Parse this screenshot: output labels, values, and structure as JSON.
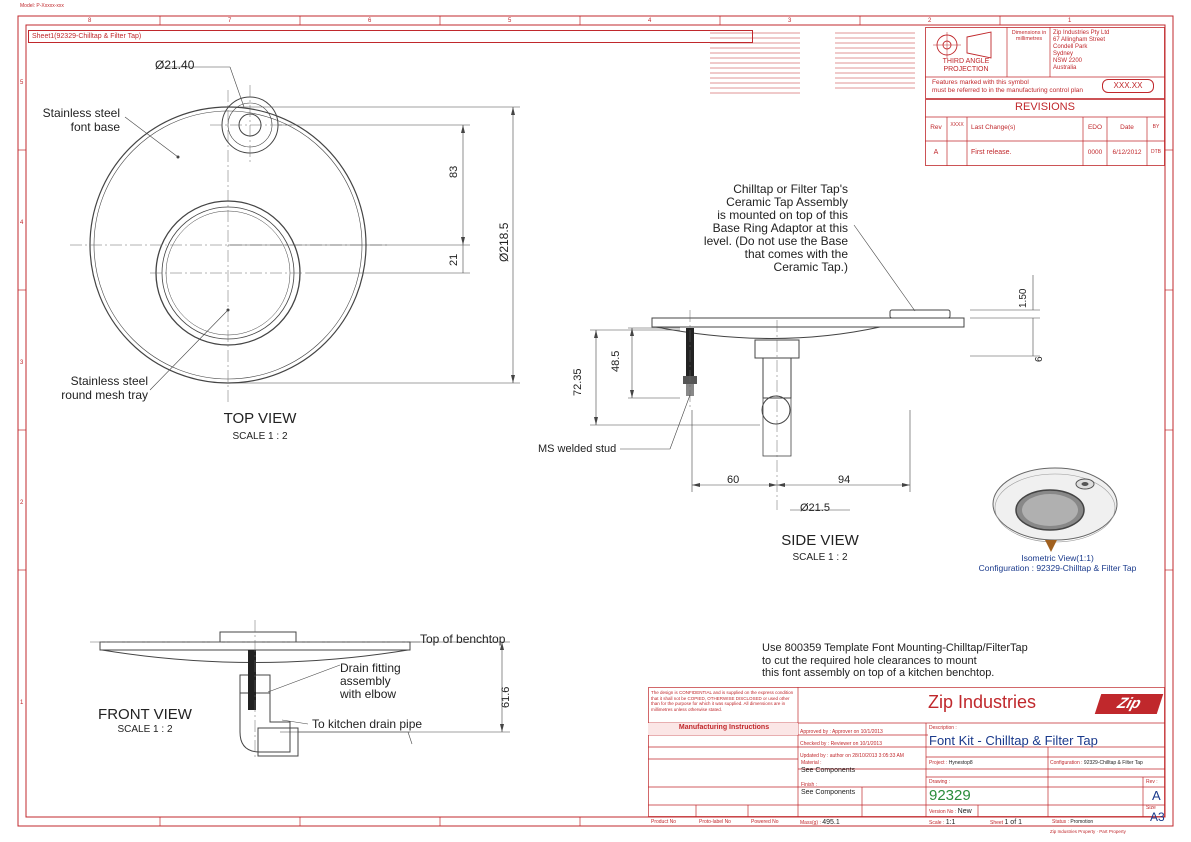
{
  "sheet_label": "Sheet1(92329-Chilltap & Filter Tap)",
  "corner_note": "Model: P-Xxxxx-xxx",
  "zone_top": [
    "1",
    "2",
    "3",
    "4",
    "5",
    "6",
    "7",
    "8"
  ],
  "zone_side": [
    "1",
    "2",
    "3",
    "4",
    "5"
  ],
  "views": {
    "top": {
      "title": "TOP VIEW",
      "scale": "SCALE 1 : 2",
      "note_base": [
        "Stainless steel",
        "font base"
      ],
      "note_tray": [
        "Stainless steel",
        "round mesh tray"
      ],
      "dim_small": "Ø21.40",
      "dim_big": "Ø218.5",
      "dim_83": "83",
      "dim_21": "21"
    },
    "side": {
      "title": "SIDE VIEW",
      "scale": "SCALE 1 : 2",
      "note": [
        "Chilltap or Filter Tap's",
        "Ceramic Tap Assembly",
        "is mounted on top of this",
        "Base Ring Adaptor at this",
        "level. (Do not use the Base",
        "that comes with the",
        "Ceramic Tap.)"
      ],
      "stud": "MS welded stud",
      "dim_7235": "72.35",
      "dim_485": "48.5",
      "dim_60": "60",
      "dim_94": "94",
      "dim_215": "Ø21.5",
      "dim_150": "1.50",
      "dim_6": "6"
    },
    "front": {
      "title": "FRONT VIEW",
      "scale": "SCALE 1 : 2",
      "bench": "Top of benchtop",
      "drain": [
        "Drain fitting",
        "assembly",
        "with elbow"
      ],
      "pipe": "To kitchen drain pipe",
      "dim_616": "61.6"
    },
    "iso": {
      "caption": "Isometric View(1:1)",
      "config": "Configuration : 92329-Chilltap & Filter Tap"
    }
  },
  "template_note": [
    "Use 800359 Template Font Mounting-Chilltap/FilterTap",
    "to cut the required hole clearances to mount",
    "this font assembly on top of a kitchen benchtop."
  ],
  "header": {
    "projection": [
      "THIRD ANGLE",
      "PROJECTION"
    ],
    "dims_note": [
      "Dimensions in",
      "millimetres"
    ],
    "company_block": [
      "Zip Industries Pty Ltd",
      "67 Allingham Street",
      "Condell Park",
      "Sydney",
      "NSW 2200",
      "Australia"
    ],
    "symbol_note": [
      "Features marked with this symbol",
      "must be referred to in the manufacturing control plan"
    ],
    "symbol": "XXX.XX"
  },
  "revisions": {
    "title": "REVISIONS",
    "headers": [
      "Rev",
      "XXXX",
      "Last Change(s)",
      "EDO",
      "Date",
      "BY"
    ],
    "rows": [
      [
        "A",
        "",
        "First release.",
        "0000",
        "6/12/2012",
        "DTB"
      ]
    ]
  },
  "title_block": {
    "company": "Zip Industries",
    "logo": "Zip",
    "mfg_header": "Manufacturing Instructions",
    "description_label": "Description :",
    "description": "Font Kit - Chilltap & Filter Tap",
    "material_label": "Material :",
    "material": "See Components",
    "finish_label": "Finish :",
    "finish": "See Components",
    "drawing_label": "Drawing :",
    "drawing": "92329",
    "rev_label": "Rev :",
    "rev": "A",
    "size_label": "Size",
    "size": "A3",
    "scale": "1:1",
    "sheet": "1 of 1",
    "mass": "495.1",
    "version": "New",
    "status": "Promotion",
    "project": "Hynestop8",
    "configuration": "92329-Chilltap & Filter Tap",
    "ownership": [
      "Zip Industries",
      "Property",
      "Part",
      "Property"
    ],
    "approvals": [
      "Approved by : Approver on 10/1/2013",
      "Checked by : Reviewer on 10/1/2013",
      "Updated by : author on 28/10/2013 3:05:33 AM"
    ],
    "footnotes": [
      "Product No",
      "Proto-label No",
      "Powered No"
    ]
  }
}
